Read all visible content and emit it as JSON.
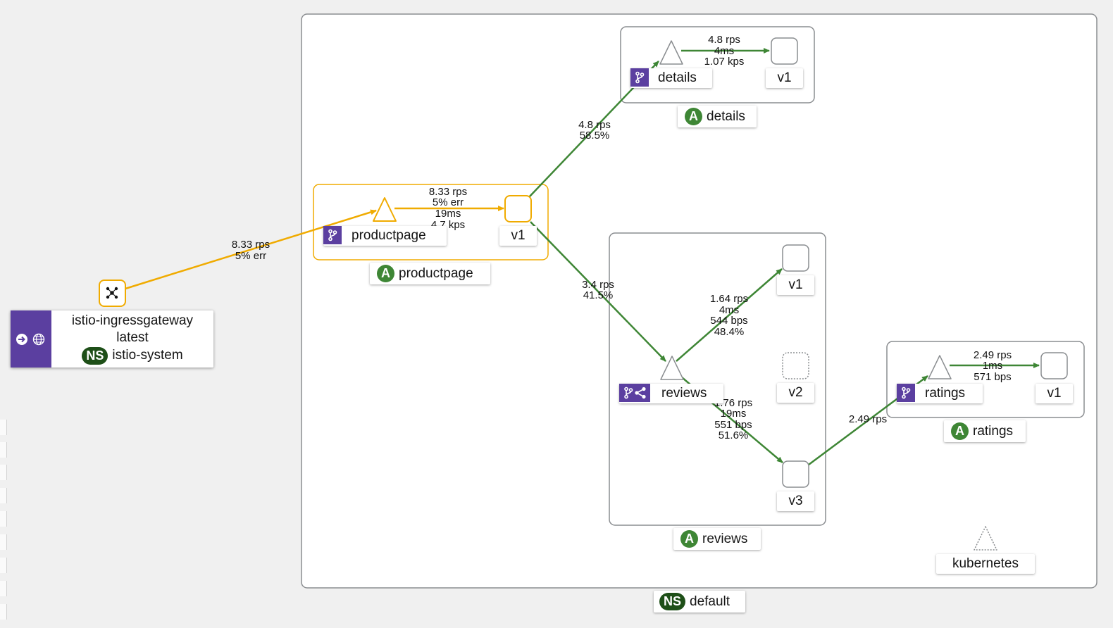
{
  "namespace_default": {
    "badge": "NS",
    "name": "default"
  },
  "gateway": {
    "name": "istio-ingressgateway",
    "version": "latest",
    "ns_badge": "NS",
    "namespace": "istio-system"
  },
  "apps": {
    "productpage": {
      "badge": "A",
      "name": "productpage",
      "service": "productpage",
      "version": "v1"
    },
    "details": {
      "badge": "A",
      "name": "details",
      "service": "details",
      "version": "v1"
    },
    "reviews": {
      "badge": "A",
      "name": "reviews",
      "service": "reviews",
      "versions": [
        "v1",
        "v2",
        "v3"
      ]
    },
    "ratings": {
      "badge": "A",
      "name": "ratings",
      "service": "ratings",
      "version": "v1"
    }
  },
  "kubernetes": {
    "name": "kubernetes"
  },
  "edges": {
    "gw_to_productpage": [
      "8.33 rps",
      "5% err"
    ],
    "productpage_svc_to_v1": [
      "8.33 rps",
      "5% err",
      "19ms",
      "4.7 kps"
    ],
    "productpage_to_details": [
      "4.8 rps",
      "58.5%"
    ],
    "details_svc_to_v1": [
      "4.8 rps",
      "4ms",
      "1.07 kps"
    ],
    "productpage_to_reviews": [
      "3.4 rps",
      "41.5%"
    ],
    "reviews_to_v1": [
      "1.64 rps",
      "4ms",
      "544 bps",
      "48.4%"
    ],
    "reviews_to_v3": [
      "1.76 rps",
      "19ms",
      "551 bps",
      "51.6%"
    ],
    "reviews_v3_to_ratings": [
      "2.49 rps"
    ],
    "ratings_svc_to_v1": [
      "2.49 rps",
      "1ms",
      "571 bps"
    ]
  },
  "colors": {
    "healthy": "#3e8635",
    "warning": "#f0ab00",
    "service_icon": "#5b3fa0"
  }
}
